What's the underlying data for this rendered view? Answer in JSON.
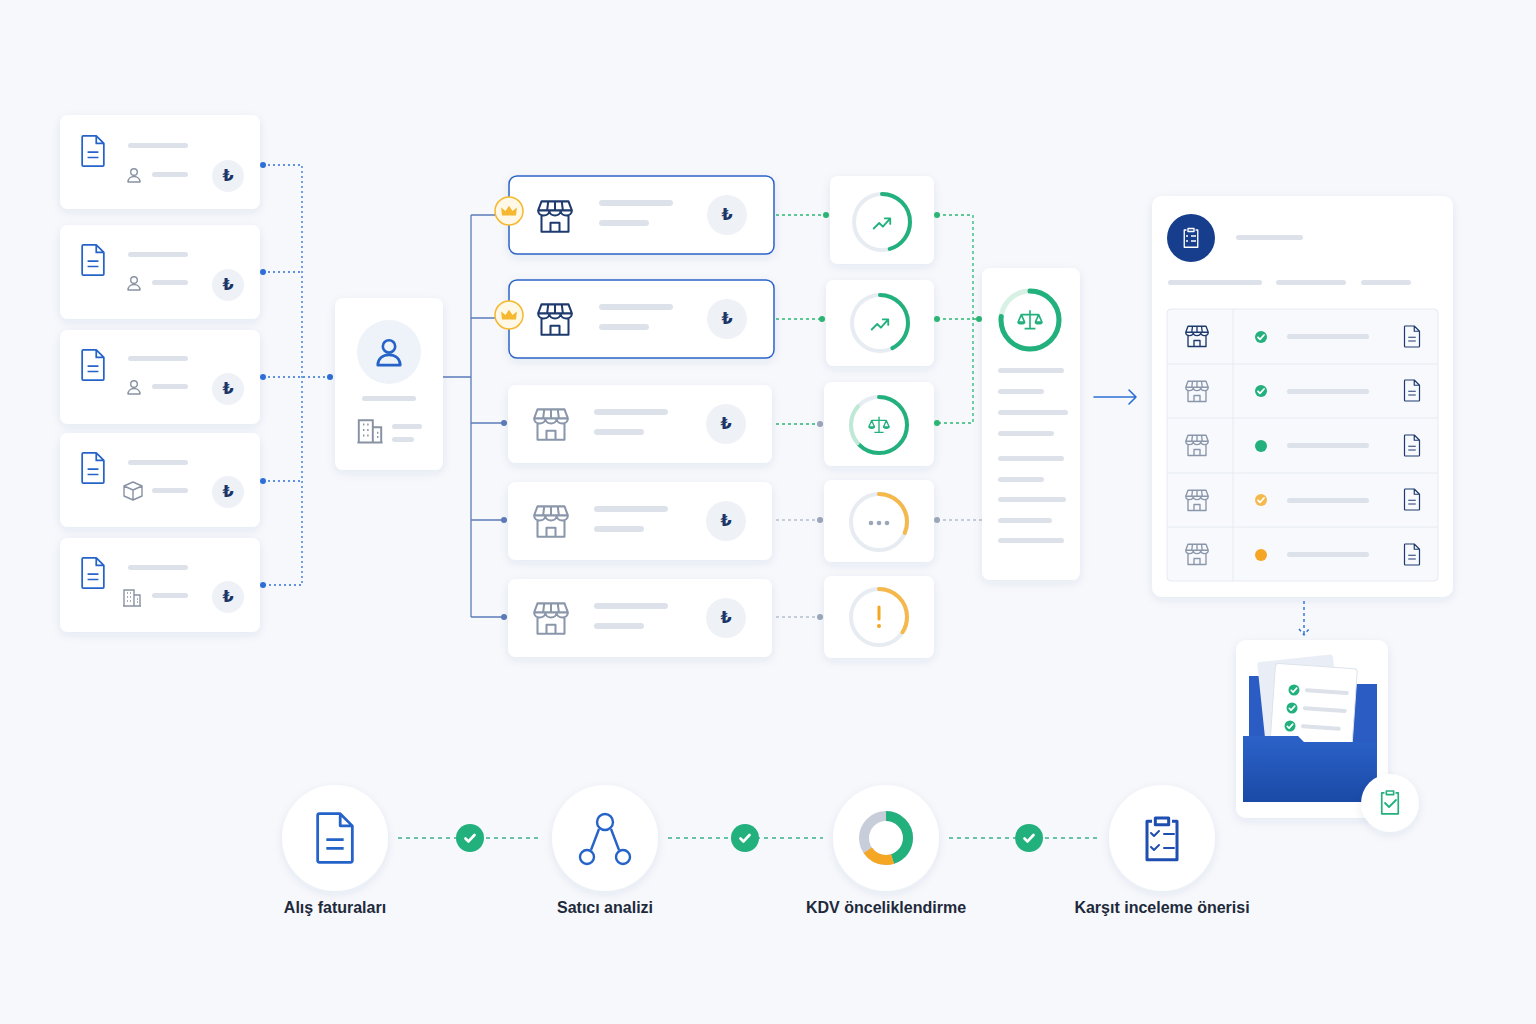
{
  "diagram": {
    "nodes": [
      {
        "text": [
          "Alış faturaları"
        ]
      },
      {
        "text": [
          "Satıcı analizi"
        ]
      },
      {
        "text": [
          "KDV önceliklendirme"
        ]
      },
      {
        "text": [
          "Karşıt inceleme önerisi"
        ]
      }
    ],
    "edges": [
      {
        "from": 0,
        "to": 1,
        "arrow": "none"
      },
      {
        "from": 1,
        "to": 2,
        "arrow": "none"
      },
      {
        "from": 2,
        "to": 3,
        "arrow": "none"
      }
    ],
    "labels": [
      "₺",
      "₺",
      "₺",
      "₺",
      "₺",
      "₺",
      "₺",
      "₺",
      "₺",
      "₺"
    ]
  }
}
